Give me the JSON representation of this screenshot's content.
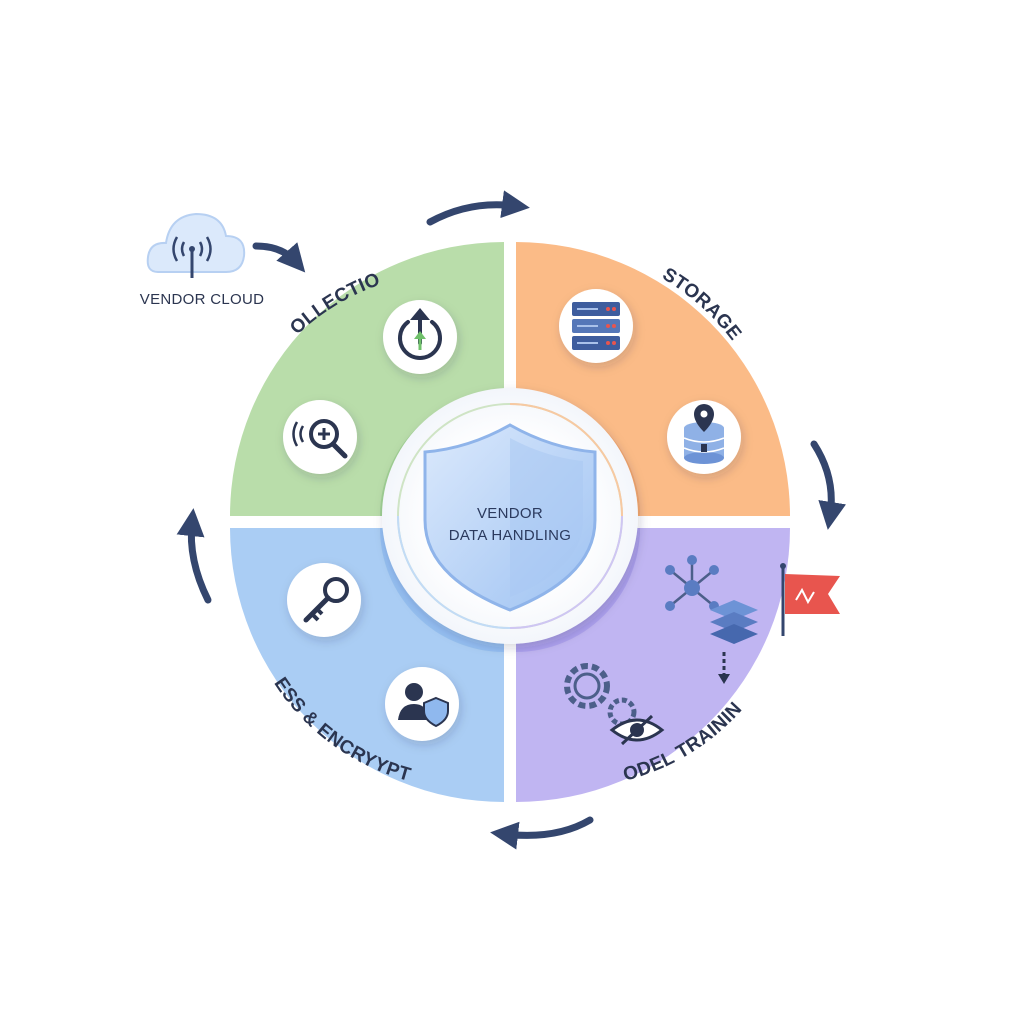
{
  "diagram": {
    "center": {
      "line1": "VENDOR",
      "line2": "DATA HANDLING",
      "icon": "shield-icon"
    },
    "source": {
      "label": "VENDOR CLOUD",
      "icon": "cloud-wireless-icon"
    },
    "quadrants": [
      {
        "label": "COLLECTION",
        "color": "#b9ddaa",
        "icons": [
          "upload-power-icon",
          "signal-search-icon"
        ]
      },
      {
        "label": "STORAGE",
        "color": "#fbbb87",
        "icons": [
          "server-rack-icon",
          "database-location-icon"
        ]
      },
      {
        "label": "MODEL TRAINING",
        "color": "#c0b5f2",
        "icons": [
          "network-nodes-icon",
          "data-layers-icon",
          "gears-icon",
          "hidden-eye-icon"
        ]
      },
      {
        "label": "ACCESS & ENCRYYPTION",
        "color": "#aacdf4",
        "icons": [
          "key-icon",
          "user-shield-icon"
        ]
      }
    ],
    "flag": {
      "icon": "red-flag-icon",
      "color": "#e8554e"
    },
    "arrow_color": "#34466e"
  }
}
